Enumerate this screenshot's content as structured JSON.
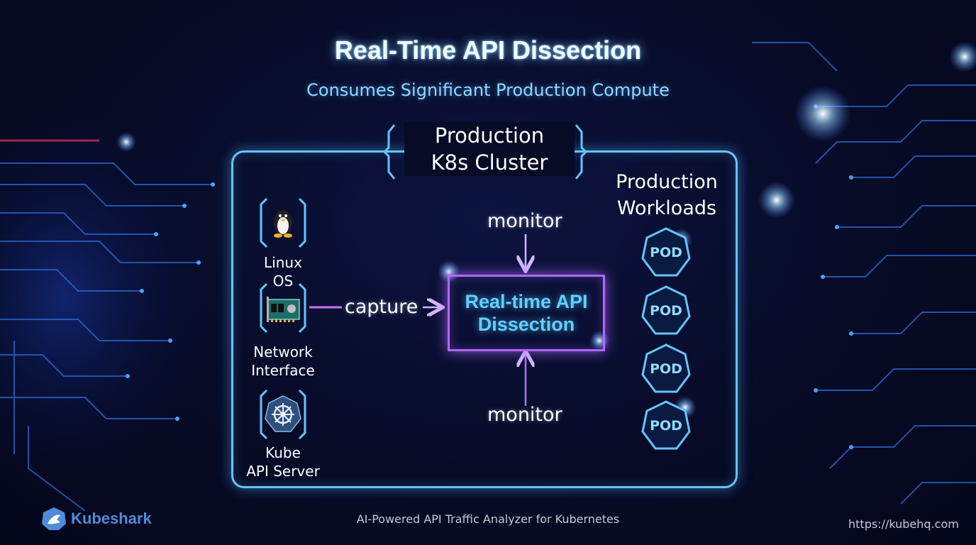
{
  "title": "Real-Time API Dissection",
  "subtitle": "Consumes Significant Production Compute",
  "cluster": {
    "label_line1": "Production",
    "label_line2": "K8s Cluster"
  },
  "components": [
    {
      "icon": "linux-penguin-icon",
      "label_line1": "Linux",
      "label_line2": "OS"
    },
    {
      "icon": "network-card-icon",
      "label_line1": "Network",
      "label_line2": "Interface"
    },
    {
      "icon": "kubernetes-helm-icon",
      "label_line1": "Kube",
      "label_line2": "API Server"
    }
  ],
  "edges": {
    "top": "monitor",
    "middle": "capture",
    "bottom": "monitor"
  },
  "center_box": {
    "line1": "Real-time API",
    "line2": "Dissection"
  },
  "workloads": {
    "title_line1": "Production",
    "title_line2": "Workloads",
    "pods": [
      "POD",
      "POD",
      "POD",
      "POD"
    ]
  },
  "footer": {
    "brand": "Kubeshark",
    "tagline": "AI-Powered API Traffic Analyzer for Kubernetes",
    "url": "https://kubehq.com"
  },
  "colors": {
    "cluster_border": "#63c6ff",
    "center_border": "#b267ff",
    "accent_text": "#5fd0ff"
  }
}
